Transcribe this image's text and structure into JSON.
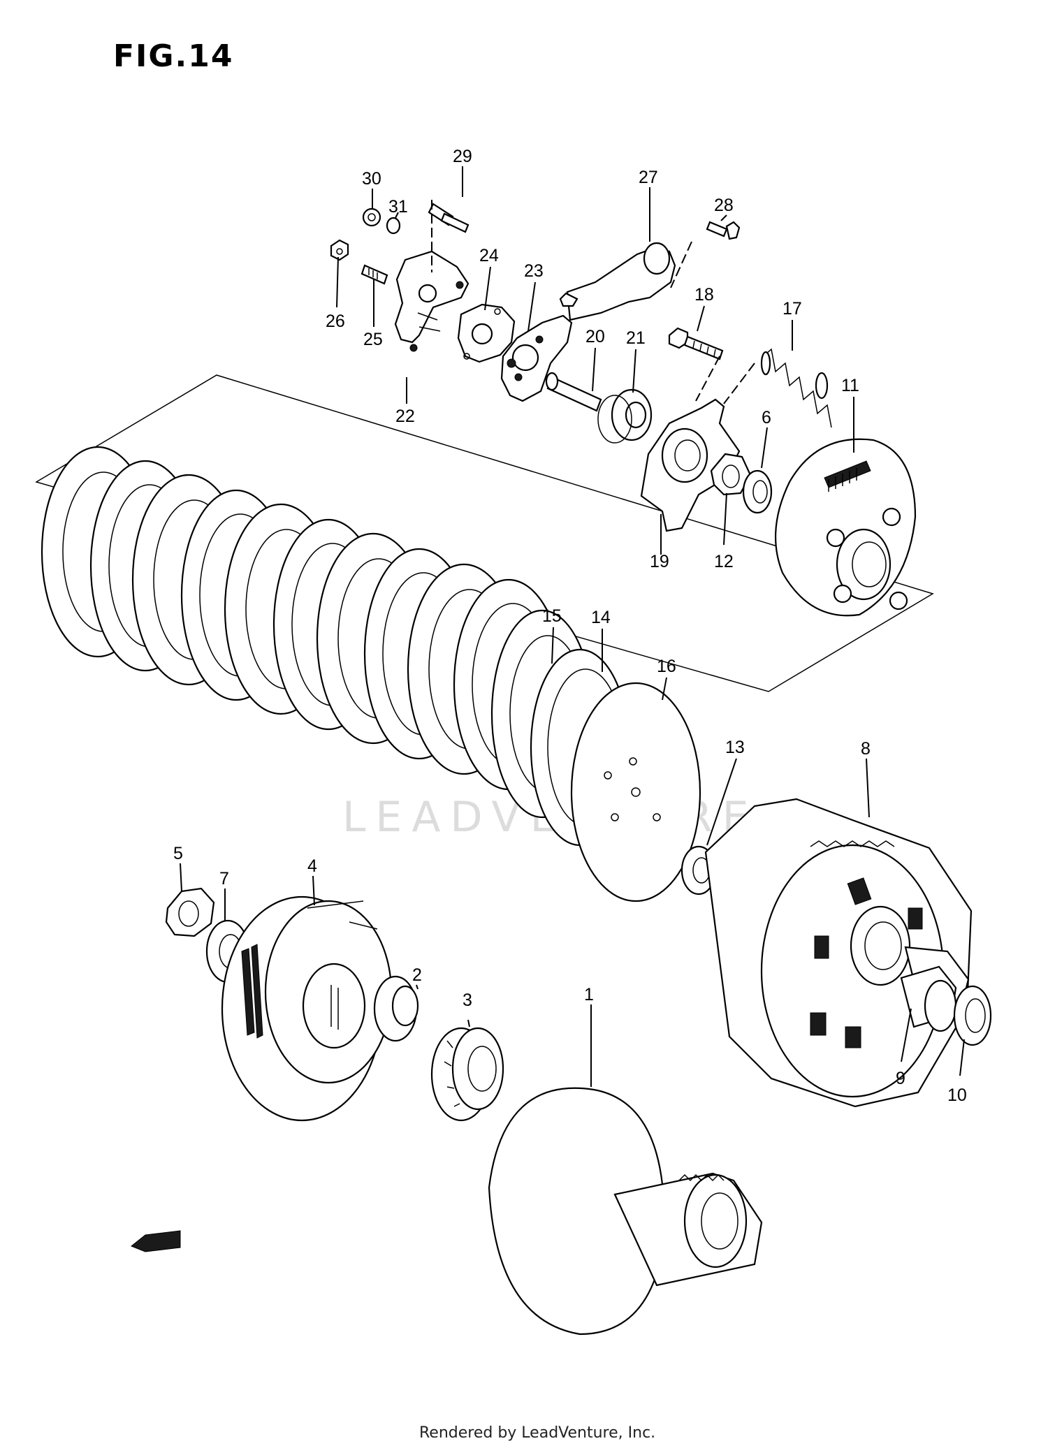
{
  "figure": {
    "title": "FIG.14",
    "footer": "Rendered by LeadVenture, Inc.",
    "watermark": "LEADVENTURE"
  },
  "callouts": [
    {
      "id": "1",
      "text": "1"
    },
    {
      "id": "2",
      "text": "2"
    },
    {
      "id": "3",
      "text": "3"
    },
    {
      "id": "4",
      "text": "4"
    },
    {
      "id": "5",
      "text": "5"
    },
    {
      "id": "6",
      "text": "6"
    },
    {
      "id": "7",
      "text": "7"
    },
    {
      "id": "8",
      "text": "8"
    },
    {
      "id": "9",
      "text": "9"
    },
    {
      "id": "10",
      "text": "10"
    },
    {
      "id": "11",
      "text": "11"
    },
    {
      "id": "12",
      "text": "12"
    },
    {
      "id": "13",
      "text": "13"
    },
    {
      "id": "14",
      "text": "14"
    },
    {
      "id": "15",
      "text": "15"
    },
    {
      "id": "16",
      "text": "16"
    },
    {
      "id": "17",
      "text": "17"
    },
    {
      "id": "18",
      "text": "18"
    },
    {
      "id": "19",
      "text": "19"
    },
    {
      "id": "20",
      "text": "20"
    },
    {
      "id": "21",
      "text": "21"
    },
    {
      "id": "22",
      "text": "22"
    },
    {
      "id": "23",
      "text": "23"
    },
    {
      "id": "24",
      "text": "24"
    },
    {
      "id": "25",
      "text": "25"
    },
    {
      "id": "26",
      "text": "26"
    },
    {
      "id": "27",
      "text": "27"
    },
    {
      "id": "28",
      "text": "28"
    },
    {
      "id": "29",
      "text": "29"
    },
    {
      "id": "30",
      "text": "30"
    },
    {
      "id": "31",
      "text": "31"
    }
  ]
}
